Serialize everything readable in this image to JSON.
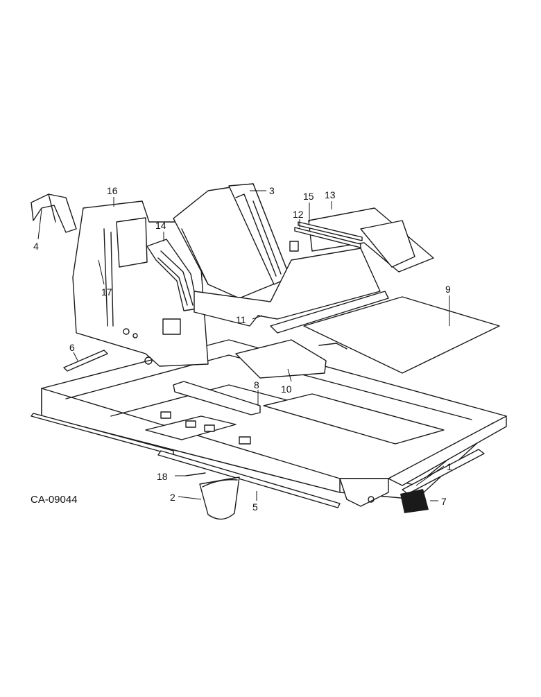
{
  "diagram": {
    "code": "CA-09044",
    "callouts": [
      "1",
      "2",
      "3",
      "4",
      "5",
      "6",
      "7",
      "8",
      "9",
      "10",
      "11",
      "12",
      "13",
      "14",
      "15",
      "16",
      "17",
      "18"
    ]
  }
}
